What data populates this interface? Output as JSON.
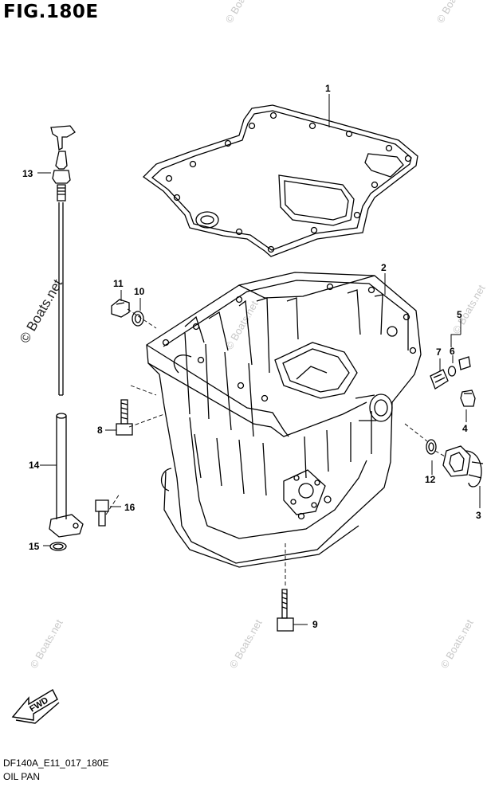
{
  "figure": {
    "title": "FIG.180E",
    "model_code": "DF140A_E11_017_180E",
    "name": "OIL PAN"
  },
  "callouts": [
    "1",
    "2",
    "3",
    "4",
    "5",
    "6",
    "7",
    "8",
    "9",
    "10",
    "11",
    "12",
    "13",
    "14",
    "15",
    "16"
  ],
  "arrow_label": "FWD",
  "watermark": {
    "main": "© Boats.net",
    "faint": "© Boats.net"
  }
}
